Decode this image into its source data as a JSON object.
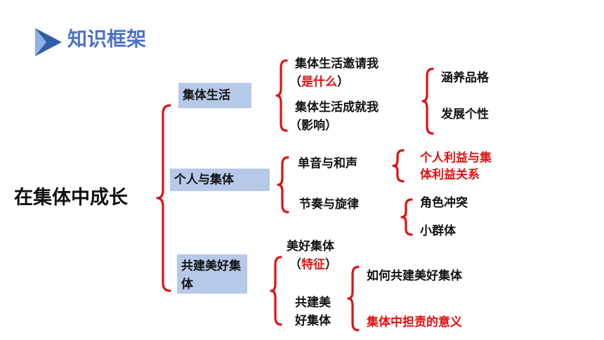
{
  "header": {
    "title": "知识框架"
  },
  "root": {
    "label": "在集体中成长"
  },
  "level1": {
    "group_life": "集体生活",
    "individual_collective": "个人与集体",
    "build_collective": "共建美好集体"
  },
  "level2": {
    "invite_me": {
      "line1": "集体生活邀请我",
      "open": "（",
      "highlight": "是什么",
      "close": "）"
    },
    "achieve_me": {
      "line1": "集体生活成就我",
      "line2": "（影响）"
    },
    "harmony": "单音与和声",
    "rhythm": "节奏与旋律",
    "good_collective": {
      "line1": "美好集体",
      "open": "（",
      "highlight": "特征",
      "close": "）"
    },
    "co_build": {
      "line1": "共建美",
      "line2": "好集体"
    }
  },
  "level3": {
    "cultivate": "涵养品格",
    "develop": "发展个性",
    "interest": {
      "line1": "个人利益与集",
      "line2": "体利益关系"
    },
    "role_conflict": "角色冲突",
    "small_group": "小群体",
    "how_build": "如何共建美好集体",
    "meaning": "集体中担责的意义"
  },
  "colors": {
    "accent": "#e01010",
    "box": "#b7c9e8",
    "title": "#4a72c4"
  }
}
